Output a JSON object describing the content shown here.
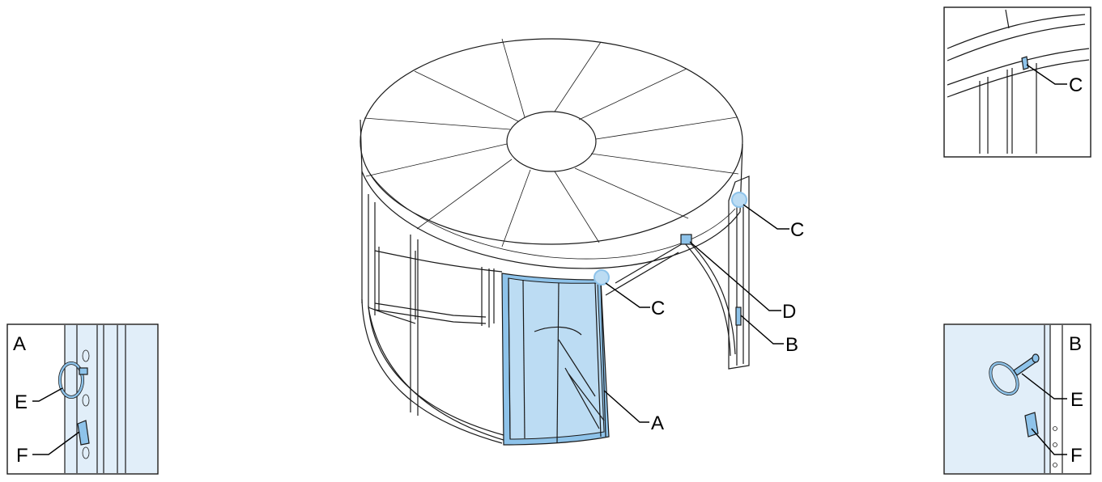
{
  "labels": {
    "main": {
      "c_upper": "C",
      "c_lower": "C",
      "d": "D",
      "b": "B",
      "a": "A"
    },
    "detail_top_right": {
      "c": "C"
    },
    "detail_a": {
      "title": "A",
      "e": "E",
      "f": "F"
    },
    "detail_b": {
      "title": "B",
      "e": "E",
      "f": "F"
    }
  },
  "colors": {
    "highlight": "#8ec3ea",
    "highlight_light": "#bcdcf3",
    "detail_background": "#e1eef9",
    "line": "#1a1a1a"
  }
}
